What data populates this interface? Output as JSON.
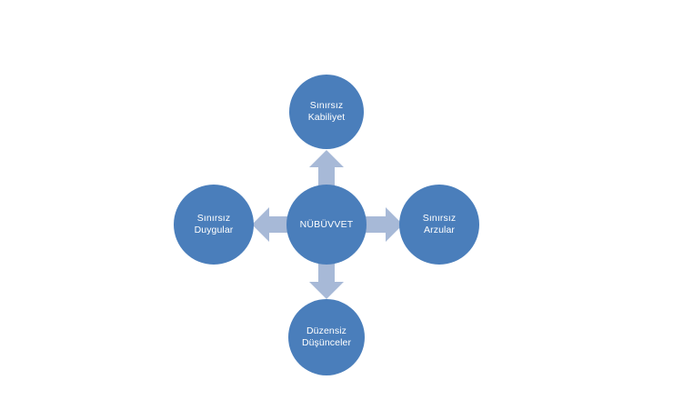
{
  "diagram": {
    "type": "radial-relationship",
    "background_color": "#ffffff",
    "node_color": "#4a7ebb",
    "arrow_color": "#a7b9d7",
    "text_color": "#ffffff",
    "center": {
      "id": "nubuvvet",
      "label": "NÜBÜVVET"
    },
    "nodes": [
      {
        "id": "kabiliyet",
        "position": "top",
        "label": "Sınırsız\nKabiliyet"
      },
      {
        "id": "duygular",
        "position": "left",
        "label": "Sınırsız\nDuygular"
      },
      {
        "id": "arzular",
        "position": "right",
        "label": "Sınırsız\nArzular"
      },
      {
        "id": "dusunceler",
        "position": "bottom",
        "label": "Düzensiz\nDüşünceler"
      }
    ],
    "arrows": [
      {
        "id": "arrow-up",
        "direction": "up",
        "from": "nubuvvet",
        "to": "kabiliyet"
      },
      {
        "id": "arrow-left",
        "direction": "left",
        "from": "nubuvvet",
        "to": "duygular"
      },
      {
        "id": "arrow-right",
        "direction": "right",
        "from": "nubuvvet",
        "to": "arzular"
      },
      {
        "id": "arrow-down",
        "direction": "down",
        "from": "nubuvvet",
        "to": "dusunceler"
      }
    ]
  }
}
